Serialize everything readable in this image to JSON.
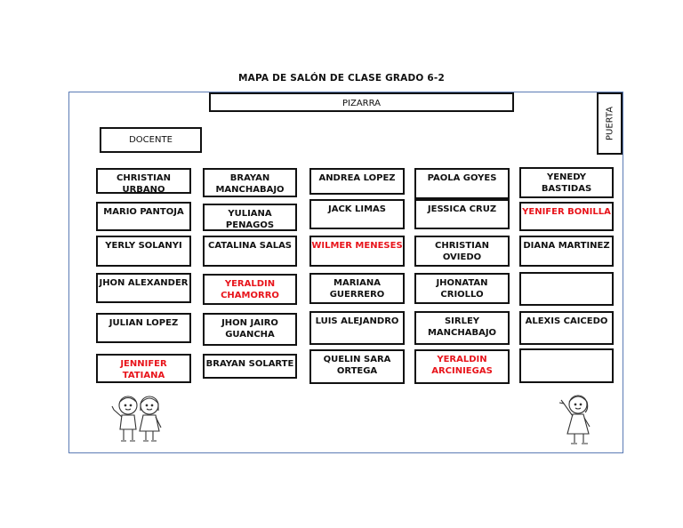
{
  "title": "MAPA DE SALÓN DE CLASE GRADO 6-2",
  "pizarra": "PIZARRA",
  "docente": "DOCENTE",
  "puerta": "PUERTA",
  "colors": {
    "highlight": "#e8141b",
    "normal": "#111111",
    "frame": "#5b7bb5"
  },
  "columns": [
    [
      {
        "name": "CHRISTIAN URBANO",
        "red": false
      },
      {
        "name": "MARIO PANTOJA",
        "red": false
      },
      {
        "name": "YERLY SOLANYI",
        "red": false
      },
      {
        "name": "JHON ALEXANDER",
        "red": false
      },
      {
        "name": "JULIAN LOPEZ",
        "red": false
      },
      {
        "name": "JENNIFER TATIANA",
        "red": true
      }
    ],
    [
      {
        "name": "BRAYAN MANCHABAJO",
        "red": false
      },
      {
        "name": "YULIANA PENAGOS",
        "red": false
      },
      {
        "name": "CATALINA SALAS",
        "red": false
      },
      {
        "name": "YERALDIN CHAMORRO",
        "red": true
      },
      {
        "name": "JHON JAIRO GUANCHA",
        "red": false
      },
      {
        "name": "BRAYAN SOLARTE",
        "red": false
      }
    ],
    [
      {
        "name": "ANDREA LOPEZ",
        "red": false
      },
      {
        "name": "JACK LIMAS",
        "red": false
      },
      {
        "name": "WILMER MENESES",
        "red": true
      },
      {
        "name": "MARIANA GUERRERO",
        "red": false
      },
      {
        "name": "LUIS ALEJANDRO",
        "red": false
      },
      {
        "name": "QUELIN SARA ORTEGA",
        "red": false
      }
    ],
    [
      {
        "name": "PAOLA GOYES",
        "red": false
      },
      {
        "name": "JESSICA CRUZ",
        "red": false
      },
      {
        "name": "CHRISTIAN OVIEDO",
        "red": false
      },
      {
        "name": "JHONATAN CRIOLLO",
        "red": false
      },
      {
        "name": "SIRLEY MANCHABAJO",
        "red": false
      },
      {
        "name": "YERALDIN ARCINIEGAS",
        "red": true
      }
    ],
    [
      {
        "name": "YENEDY BASTIDAS",
        "red": false
      },
      {
        "name": "YENIFER BONILLA",
        "red": true
      },
      {
        "name": "DIANA MARTINEZ",
        "red": false
      },
      {
        "name": "",
        "red": false
      },
      {
        "name": "ALEXIS CAICEDO",
        "red": false
      },
      {
        "name": "",
        "red": false
      }
    ]
  ],
  "illustrations": [
    "two-children-icon",
    "girl-waving-icon"
  ]
}
